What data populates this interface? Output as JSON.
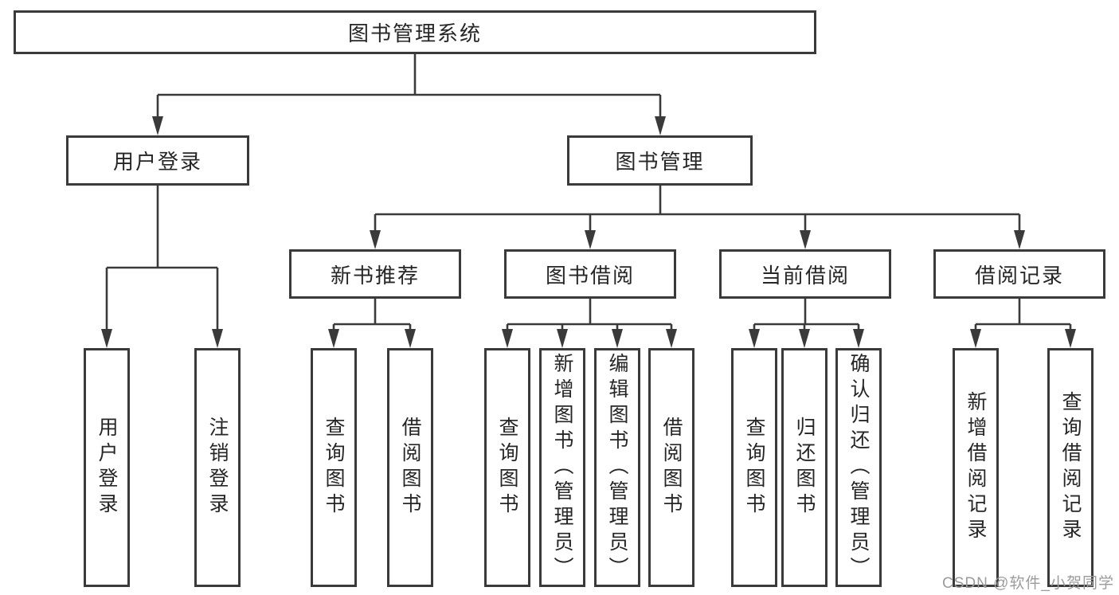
{
  "colors": {
    "line": "#3a3a3a",
    "box_border": "#3a3a3a",
    "box_background": "#ffffff",
    "text": "#262626",
    "page_background": "#ffffff",
    "watermark": "#9b9b9b"
  },
  "tree": {
    "root": {
      "label": "图书管理系统",
      "children": [
        {
          "label": "用户登录",
          "children": [
            {
              "label": "用户登录"
            },
            {
              "label": "注销登录"
            }
          ]
        },
        {
          "label": "图书管理",
          "children": [
            {
              "label": "新书推荐",
              "children": [
                {
                  "label": "查询图书"
                },
                {
                  "label": "借阅图书"
                }
              ]
            },
            {
              "label": "图书借阅",
              "children": [
                {
                  "label": "查询图书"
                },
                {
                  "label": "新增图书（管理员）"
                },
                {
                  "label": "编辑图书（管理员）"
                },
                {
                  "label": "借阅图书"
                }
              ]
            },
            {
              "label": "当前借阅",
              "children": [
                {
                  "label": "查询图书"
                },
                {
                  "label": "归还图书"
                },
                {
                  "label": "确认归还（管理员）"
                }
              ]
            },
            {
              "label": "借阅记录",
              "children": [
                {
                  "label": "新增借阅记录"
                },
                {
                  "label": "查询借阅记录"
                }
              ]
            }
          ]
        }
      ]
    }
  },
  "watermark": {
    "text": "CSDN @软件_小贺同学"
  }
}
